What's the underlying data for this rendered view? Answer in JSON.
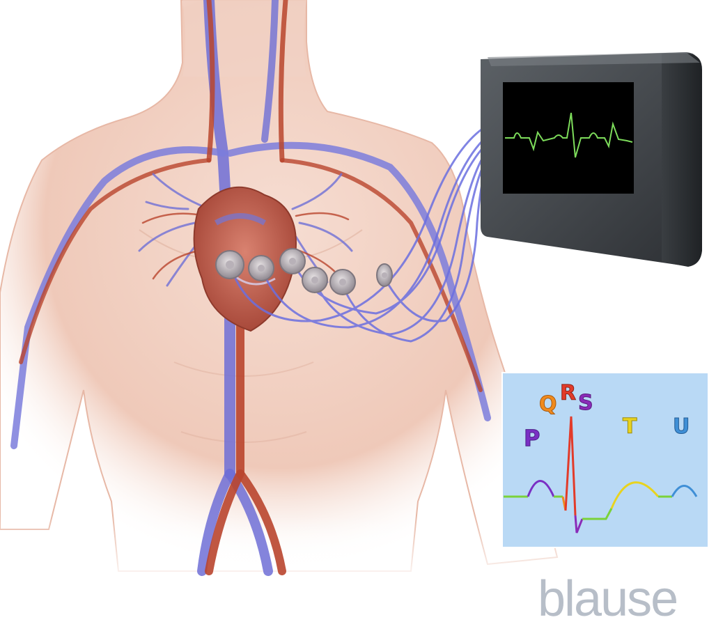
{
  "illustration": {
    "subject": "human torso with heart, vessels and chest electrodes connected to an ECG monitor",
    "electrode_count": 6
  },
  "monitor": {
    "screen_color": "#000000",
    "trace_color": "#7ddc5b"
  },
  "ecg_inset": {
    "background": "#b9d9f5",
    "labels": {
      "p": "P",
      "q": "Q",
      "r": "R",
      "s": "S",
      "t": "T",
      "u": "U"
    },
    "colors": {
      "p": "#7a2fc4",
      "q": "#f08a1c",
      "r": "#e23b2a",
      "s": "#8a2bb8",
      "t": "#e8d31f",
      "u": "#3f8fd6",
      "baseline": "#7bd23a"
    }
  },
  "watermark": {
    "text": "blause",
    "color": "#b7bec8"
  }
}
